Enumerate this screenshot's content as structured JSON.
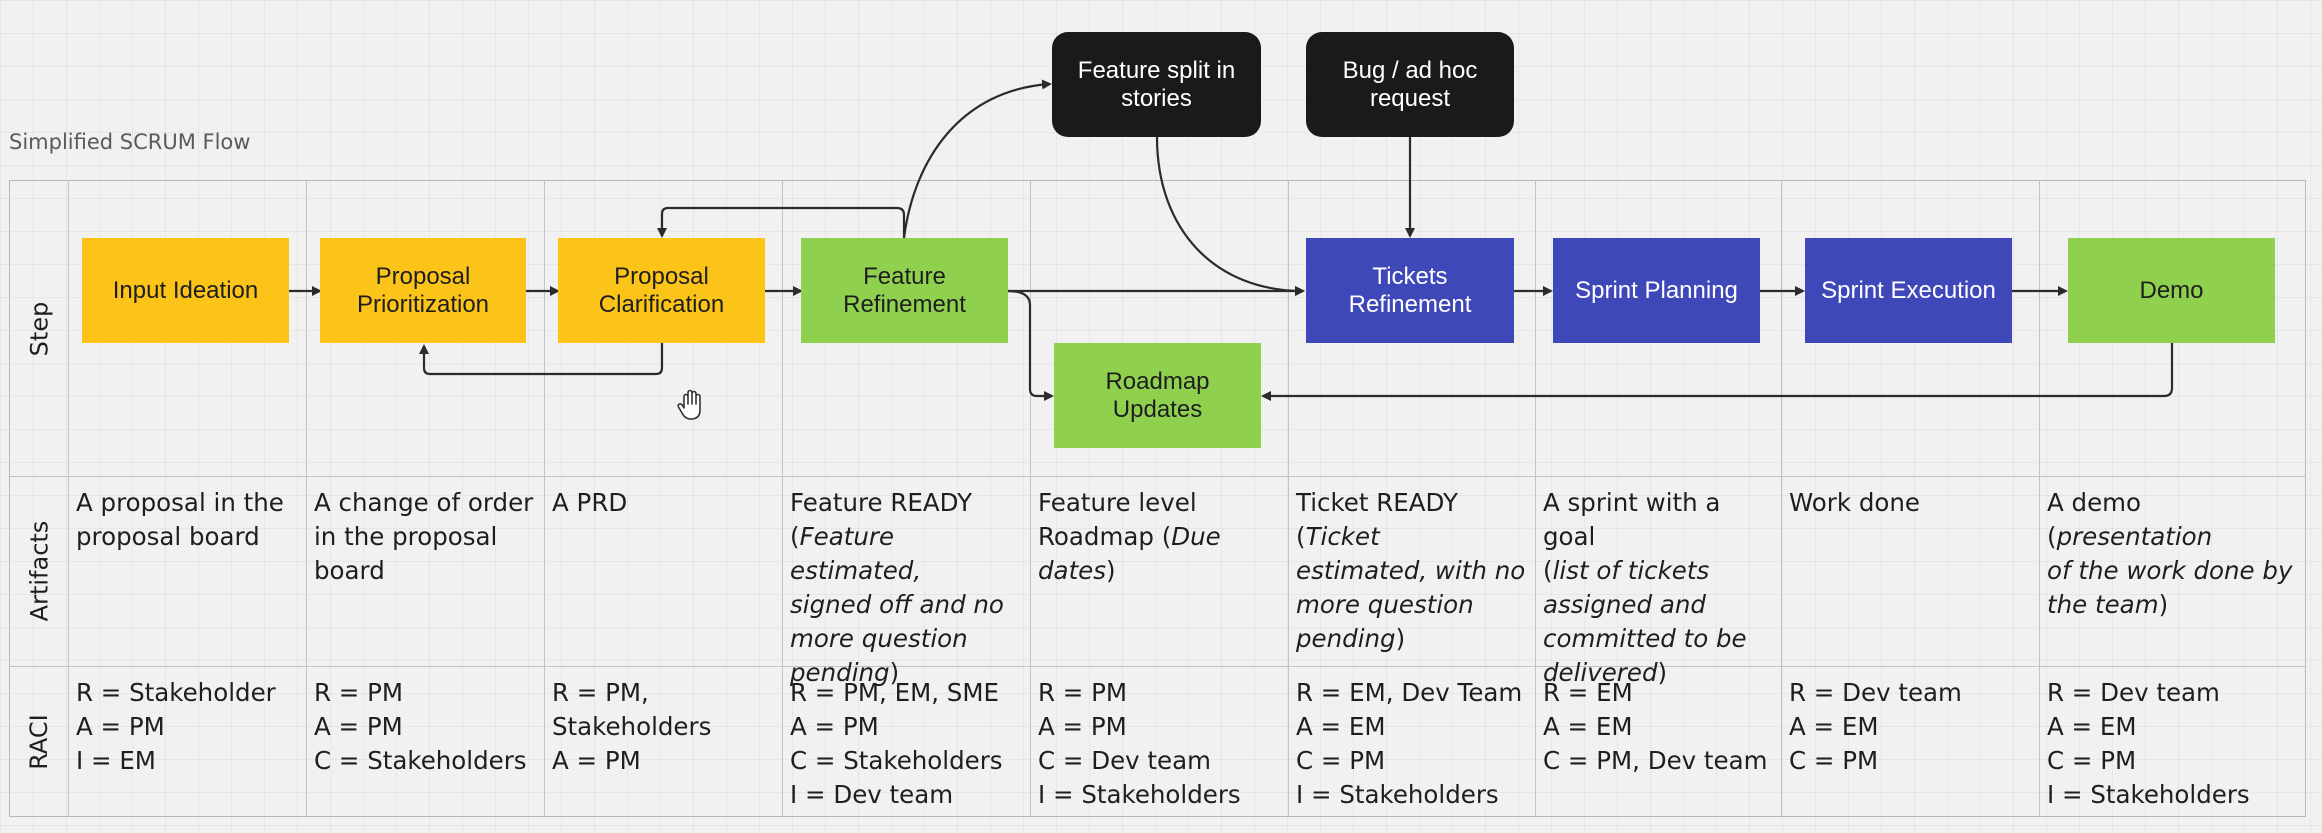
{
  "board": {
    "title": "Simplified SCRUM Flow",
    "row_labels": {
      "step": "Step",
      "artifacts": "Artifacts",
      "raci": "RACI"
    }
  },
  "nodes": {
    "input_ideation": "Input Ideation",
    "proposal_prioritization": "Proposal\nPrioritization",
    "proposal_clarification": "Proposal\nClarification",
    "feature_refinement": "Feature\nRefinement",
    "roadmap_updates": "Roadmap\nUpdates",
    "feature_split": "Feature split in\nstories",
    "bug_request": "Bug / ad hoc\nrequest",
    "tickets_refinement": "Tickets\nRefinement",
    "sprint_planning": "Sprint Planning",
    "sprint_execution": "Sprint Execution",
    "demo": "Demo"
  },
  "artifacts": {
    "c1": "A proposal in the\nproposal board",
    "c2": "A change of order\nin the proposal\nboard",
    "c3": "A PRD",
    "c4": {
      "main": "Feature READY",
      "paren_open": "(",
      "detail": "Feature estimated,\nsigned off and no\nmore question\npending",
      "paren_close": ")"
    },
    "c5": {
      "main": "Feature level\nRoadmap (",
      "detail": "Due dates",
      "paren_close": ")"
    },
    "c6": {
      "main": "Ticket READY (",
      "detail": "Ticket\nestimated, with no\nmore question\npending",
      "paren_close": ")"
    },
    "c7": {
      "main": "A sprint with a goal\n(",
      "detail": "list of tickets\nassigned and\ncommitted to be\ndelivered",
      "paren_close": ")"
    },
    "c8": "Work done",
    "c9": {
      "main": "A demo (",
      "detail": "presentation\nof the work done by\nthe team",
      "paren_close": ")"
    }
  },
  "raci": {
    "c1": "R = Stakeholder\nA = PM\nI = EM",
    "c2": "R = PM\nA = PM\nC = Stakeholders",
    "c3": "R = PM,\nStakeholders\nA = PM",
    "c4": "R = PM, EM, SME\nA = PM\nC = Stakeholders\nI = Dev team",
    "c5": "R = PM\nA = PM\nC = Dev team\nI = Stakeholders",
    "c6": "R = EM, Dev Team\nA = EM\nC = PM\nI = Stakeholders",
    "c7": "R = EM\nA = EM\nC = PM, Dev team",
    "c8": "R = Dev team\nA = EM\nC = PM",
    "c9": "R = Dev team\nA = EM\nC = PM\nI = Stakeholders"
  },
  "colors": {
    "yellow": "#fcc419",
    "green": "#8fd14f",
    "blue": "#3f48b9",
    "black": "#1a1a1a",
    "connector": "#2b2b2b"
  },
  "icons": {
    "cursor": "hand-cursor-icon"
  }
}
